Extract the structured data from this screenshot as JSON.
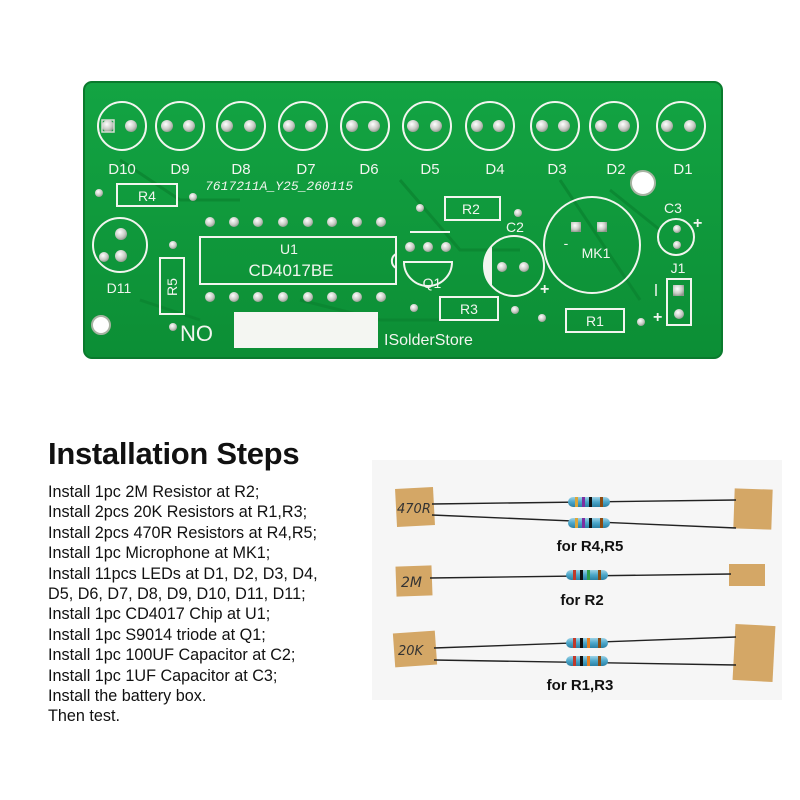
{
  "pcb": {
    "leds": [
      "D10",
      "D9",
      "D8",
      "D7",
      "D6",
      "D5",
      "D4",
      "D3",
      "D2",
      "D1"
    ],
    "led_d11": "D11",
    "r4": "R4",
    "r5": "R5",
    "r2": "R2",
    "r3": "R3",
    "r1": "R1",
    "c2": "C2",
    "c3": "C3",
    "j1": "J1",
    "q1": "Q1",
    "mk1": "MK1",
    "u1": "U1",
    "chip": "CD4017BE",
    "serial": "7617211A_Y25_260115",
    "no": "NO",
    "brand": "ISolderStore",
    "plus": "+",
    "minus": "-"
  },
  "instructions": {
    "title": "Installation Steps",
    "steps": [
      "Install 1pc 2M Resistor at R2;",
      "Install 2pcs 20K Resistors at R1,R3;",
      "Install 2pcs 470R Resistors at R4,R5;",
      "Install 1pc Microphone at MK1;",
      "Install 11pcs LEDs at D1, D2, D3, D4,",
      "D5, D6, D7, D8, D9, D10, D11, D11;",
      "Install 1pc CD4017 Chip at U1;",
      "Install 1pc S9014 triode at Q1;",
      "Install 1pc 100UF Capacitor at C2;",
      "Install 1pc 1UF Capacitor at C3;",
      "Install the battery box.",
      "Then test."
    ]
  },
  "resistor_groups": [
    {
      "tag": "470R",
      "caption": "for R4,R5"
    },
    {
      "tag": "2M",
      "caption": "for R2"
    },
    {
      "tag": "20K",
      "caption": "for R1,R3"
    }
  ],
  "colors": {
    "pcb_green": "#0f9a3a",
    "pad_silver": "#d9dcd6",
    "silkscreen": "#f2f5ef",
    "tape": "#d4a766"
  }
}
